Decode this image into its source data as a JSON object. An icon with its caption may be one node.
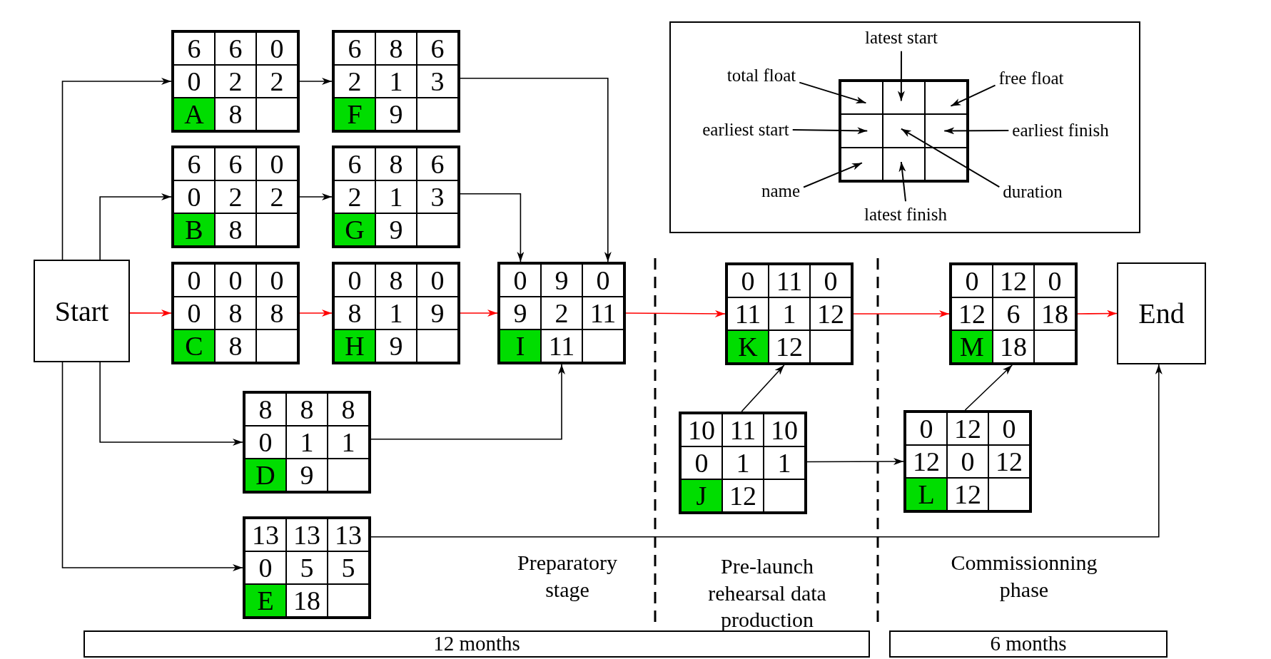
{
  "diagram": {
    "nodes": [
      {
        "text": [
          "Start"
        ]
      },
      {
        "text": [
          "6",
          "6",
          "0",
          "0",
          "2",
          "2",
          "A",
          "8"
        ]
      },
      {
        "text": [
          "6",
          "8",
          "6",
          "2",
          "1",
          "3",
          "F",
          "9"
        ]
      },
      {
        "text": [
          "6",
          "6",
          "0",
          "0",
          "2",
          "2",
          "B",
          "8"
        ]
      },
      {
        "text": [
          "6",
          "8",
          "6",
          "2",
          "1",
          "3",
          "G",
          "9"
        ]
      },
      {
        "text": [
          "0",
          "0",
          "0",
          "0",
          "8",
          "8",
          "C",
          "8"
        ]
      },
      {
        "text": [
          "0",
          "8",
          "0",
          "8",
          "1",
          "9",
          "H",
          "9"
        ]
      },
      {
        "text": [
          "0",
          "9",
          "0",
          "9",
          "2",
          "11",
          "I",
          "11"
        ]
      },
      {
        "text": [
          "8",
          "8",
          "8",
          "0",
          "1",
          "1",
          "D",
          "9"
        ]
      },
      {
        "text": [
          "13",
          "13",
          "13",
          "0",
          "5",
          "5",
          "E",
          "18"
        ]
      },
      {
        "text": [
          "0",
          "11",
          "0",
          "11",
          "1",
          "12",
          "K",
          "12"
        ]
      },
      {
        "text": [
          "10",
          "11",
          "10",
          "0",
          "1",
          "1",
          "J",
          "12"
        ]
      },
      {
        "text": [
          "0",
          "12",
          "0",
          "12",
          "6",
          "18",
          "M",
          "18"
        ]
      },
      {
        "text": [
          "0",
          "12",
          "0",
          "12",
          "0",
          "12",
          "L",
          "12"
        ]
      },
      {
        "text": [
          "End"
        ]
      },
      {
        "text": [],
        "shape": "box"
      },
      {
        "text": [],
        "shape": "grid",
        "in": 15
      },
      {
        "text": [
          "latest start"
        ],
        "in": 15
      },
      {
        "text": [
          "total float"
        ],
        "in": 15
      },
      {
        "text": [
          "free float"
        ],
        "in": 15
      },
      {
        "text": [
          "earliest start"
        ],
        "in": 15
      },
      {
        "text": [
          "earliest finish"
        ],
        "in": 15
      },
      {
        "text": [
          "name"
        ],
        "in": 15
      },
      {
        "text": [
          "duration"
        ],
        "in": 15
      },
      {
        "text": [
          "latest finish"
        ],
        "in": 15
      },
      {
        "text": [
          "12 months"
        ]
      },
      {
        "text": [
          "6 months"
        ]
      }
    ],
    "edges": [
      {
        "from": 0,
        "to": 1,
        "arrow": "to"
      },
      {
        "from": 0,
        "to": 3,
        "arrow": "to"
      },
      {
        "from": 0,
        "to": 5,
        "arrow": "to",
        "color": "#ff0000"
      },
      {
        "from": 0,
        "to": 8,
        "arrow": "to"
      },
      {
        "from": 0,
        "to": 9,
        "arrow": "to"
      },
      {
        "from": 1,
        "to": 2,
        "arrow": "to"
      },
      {
        "from": 3,
        "to": 4,
        "arrow": "to"
      },
      {
        "from": 5,
        "to": 6,
        "arrow": "to",
        "color": "#ff0000"
      },
      {
        "from": 6,
        "to": 7,
        "arrow": "to",
        "color": "#ff0000"
      },
      {
        "from": 2,
        "to": 7,
        "arrow": "to"
      },
      {
        "from": 4,
        "to": 7,
        "arrow": "to"
      },
      {
        "from": 8,
        "to": 7,
        "arrow": "to"
      },
      {
        "from": 7,
        "to": 10,
        "arrow": "to",
        "color": "#ff0000"
      },
      {
        "from": 11,
        "to": 10,
        "arrow": "to"
      },
      {
        "from": 11,
        "to": 13,
        "arrow": "to"
      },
      {
        "from": 10,
        "to": 12,
        "arrow": "to",
        "color": "#ff0000"
      },
      {
        "from": 13,
        "to": 12,
        "arrow": "to"
      },
      {
        "from": 12,
        "to": 14,
        "arrow": "to",
        "color": "#ff0000"
      },
      {
        "from": 9,
        "to": 14,
        "arrow": "to"
      },
      {
        "from": 17,
        "to": 16,
        "arrow": "to"
      },
      {
        "from": 18,
        "to": 16,
        "arrow": "to"
      },
      {
        "from": 19,
        "to": 16,
        "arrow": "to"
      },
      {
        "from": 20,
        "to": 16,
        "arrow": "to"
      },
      {
        "from": 21,
        "to": 16,
        "arrow": "to"
      },
      {
        "from": 22,
        "to": 16,
        "arrow": "to"
      },
      {
        "from": 23,
        "to": 16,
        "arrow": "to"
      },
      {
        "from": 24,
        "to": 16,
        "arrow": "to"
      }
    ],
    "labels": [
      "Preparatory stage",
      "Pre-launch rehearsal data production",
      "Commissionning phase"
    ]
  }
}
